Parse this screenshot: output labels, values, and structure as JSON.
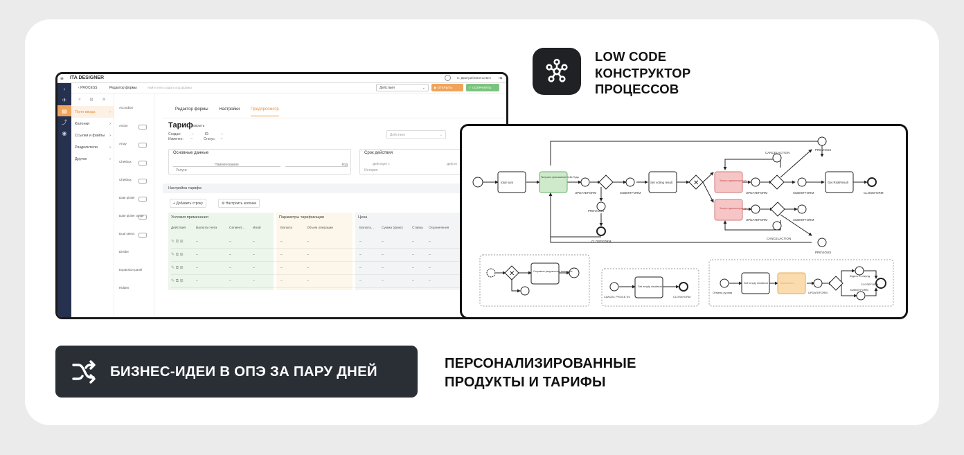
{
  "heading": {
    "line1": "LOW CODE",
    "line2": "КОНСТРУКТОР",
    "line3": "ПРОЦЕССОВ",
    "icon": "network-hub-icon"
  },
  "pill": {
    "label": "БИЗНЕС-ИДЕИ В ОПЭ ЗА ПАРУ ДНЕЙ",
    "icon": "shuffle-icon"
  },
  "bottom": {
    "line1": "ПЕРСОНАЛИЗИРОВАННЫЕ",
    "line2": "ПРОДУКТЫ И ТАРИФЫ"
  },
  "designer": {
    "brand": "ITA DESIGNER",
    "user": "С. Дмитрий Евгеньевич",
    "breadcrumb_back": "PROCESS",
    "breadcrumb_current": "Редактор формы",
    "search_placeholder": "Найти или создать код формы",
    "actions_select": "Действия",
    "open_btn": "ОТКРЫТЬ",
    "save_btn": "СОХРАНИТЬ",
    "sidebar": [
      "Поля ввода",
      "Колонки",
      "Ссылки и файлы",
      "Разделители",
      "Другое"
    ],
    "palette": [
      "Accordion",
      "Action",
      "Array",
      "Chekbox",
      "Chekbox",
      "Date picker",
      "Date picker range",
      "Dual select",
      "Divider",
      "Expansion panel",
      "Hidden"
    ],
    "tabs": [
      "Редактор формы",
      "Настройки",
      "Предпросмотр"
    ],
    "title": "Тариф",
    "close_link": "Закрыть",
    "meta": {
      "created": "Создан:",
      "changed": "Изменен:",
      "id": "ID:",
      "status": "Статус:",
      "dash": "–"
    },
    "actions_dropdown": "Действия",
    "main_data": "Основные данные",
    "name_label": "Наименование",
    "code_label": "Код",
    "usluga": "Услуга:",
    "validity": "Срок действия",
    "valid_from": "Действует с",
    "valid_to": "Действ",
    "history": "История",
    "tariff_settings": "Настройка тарифа",
    "add_row": "Добавить строку",
    "configure_cols": "Настроить колонки",
    "groups": [
      "Условия применения",
      "Параметры тарификации",
      "Цена"
    ],
    "cols_green": [
      "Действия",
      "Валюта счета",
      "Сегмент...",
      "Иной"
    ],
    "cols_yellow": [
      "Валюта",
      "Объем операции"
    ],
    "cols_gray": [
      "Валюта...",
      "Сумма (фикс)",
      "Ставка",
      "Ограничения"
    ],
    "cell_dash": "–"
  },
  "flow": {
    "nodes": {
      "n1": "total sum",
      "n2": "Получить приложение Delta Роды",
      "n3": "Set voting result",
      "n4": "Запрос администратору",
      "n5": "Запрос администратору",
      "n6": "Get RiskResult",
      "s1": "Отправить уведомление заявителю",
      "s2": "Set empty dealtreat",
      "s3": "Set empty dealtreat",
      "s4": "Заполнить"
    },
    "labels": {
      "updateform": "UPDATEFORM",
      "submitform": "SUBMITFORM",
      "previous": "PREVIOUS",
      "closeform": "CLOSEFORM",
      "cancelaction": "CANCELACTION",
      "cancel_process": "CANCEL PROCE SS",
      "cancel_ru": "Отмена ручная",
      "wait": "Ждать 3 секунд"
    }
  }
}
